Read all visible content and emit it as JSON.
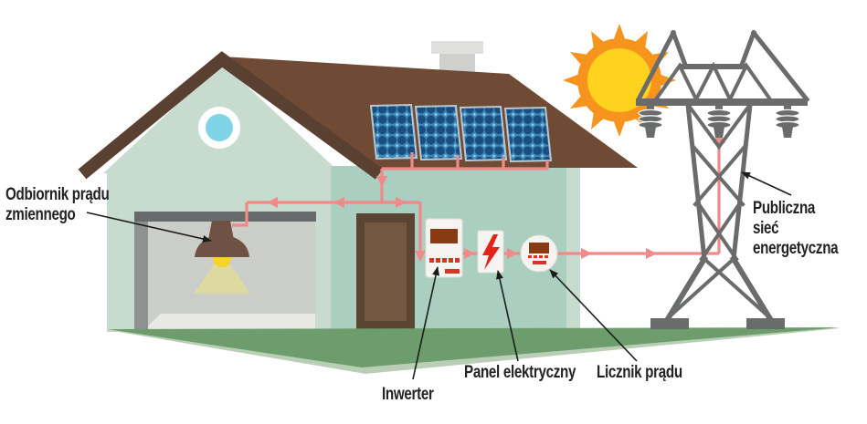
{
  "diagram": {
    "type": "home-solar-energy-system",
    "labels": {
      "ac_receiver": "Odbiornik prądu\nzmiennego",
      "inverter": "Inwerter",
      "electrical_panel": "Panel elektryczny",
      "power_meter": "Licznik prądu",
      "public_grid": "Publiczna sieć\nenergetyczna"
    },
    "icons": [
      "sun-icon",
      "transmission-tower-icon",
      "solar-panels-icon",
      "house-icon",
      "chimney-icon",
      "round-window-icon",
      "garage-icon",
      "lamp-icon",
      "door-icon",
      "inverter-icon",
      "lightning-bolt-icon",
      "power-meter-icon",
      "wire-arrow-icon"
    ],
    "colors": {
      "wire": "#f18989",
      "roof": "#6f4b36",
      "roof_fascia": "#5a4031",
      "wall_main": "#aacec0",
      "wall_light": "#c7dbcf",
      "ground_main": "#6d9d6d",
      "ground_pale": "#b9cfb5",
      "sun_outer": "#f7941d",
      "sun_inner": "#ffd21e",
      "panel_cell": "#1a4e80",
      "panel_field": "#3e89ba",
      "tower_gray": "#6a6c6c",
      "accent_red": "#e32318",
      "device_screen": "#8a3a12"
    }
  }
}
